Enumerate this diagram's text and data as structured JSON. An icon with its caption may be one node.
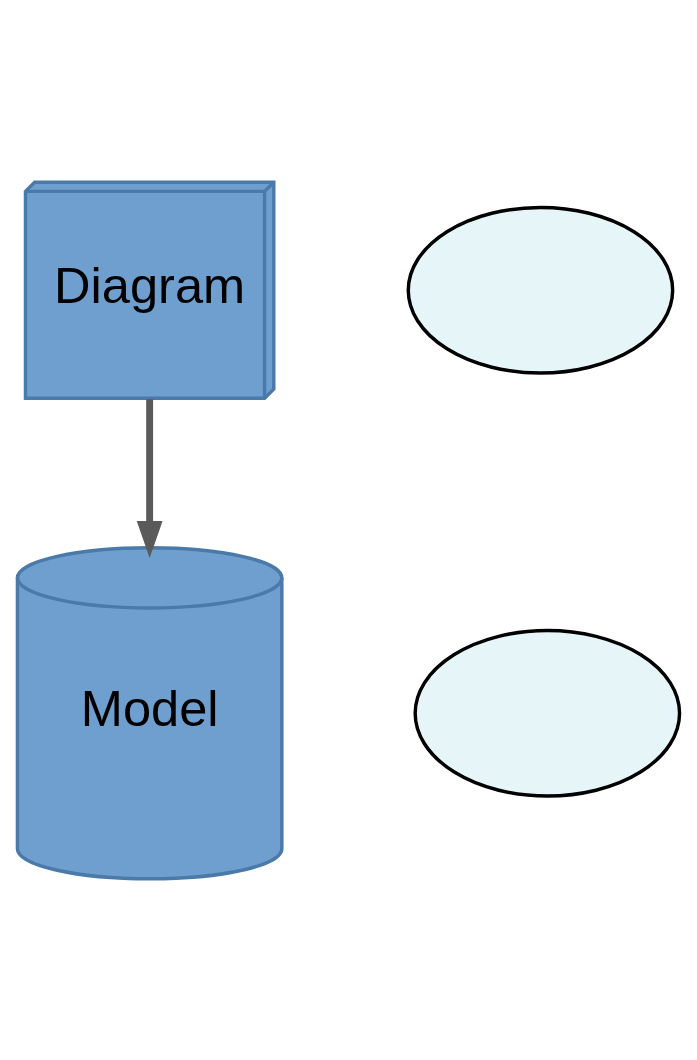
{
  "diagram": {
    "nodes": [
      {
        "text": [
          "Diagram"
        ]
      },
      {
        "text": [],
        "shape": "bubble"
      },
      {
        "text": [
          "Model"
        ]
      },
      {
        "text": [],
        "shape": "bubble"
      }
    ],
    "edges": [
      {
        "from": 0,
        "to": 2,
        "arrow": "to"
      }
    ]
  }
}
